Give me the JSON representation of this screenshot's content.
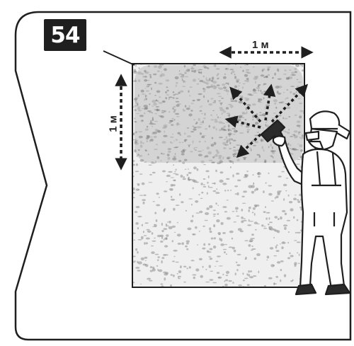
{
  "step_number": "54",
  "dimension_width_label": "1 м",
  "dimension_height_label": "1 м",
  "colors": {
    "ink": "#1f1f1f",
    "wall_untreated": "#efefef",
    "wall_treated": "#c4c4c4",
    "texture_spot": "#8c8c8c"
  }
}
